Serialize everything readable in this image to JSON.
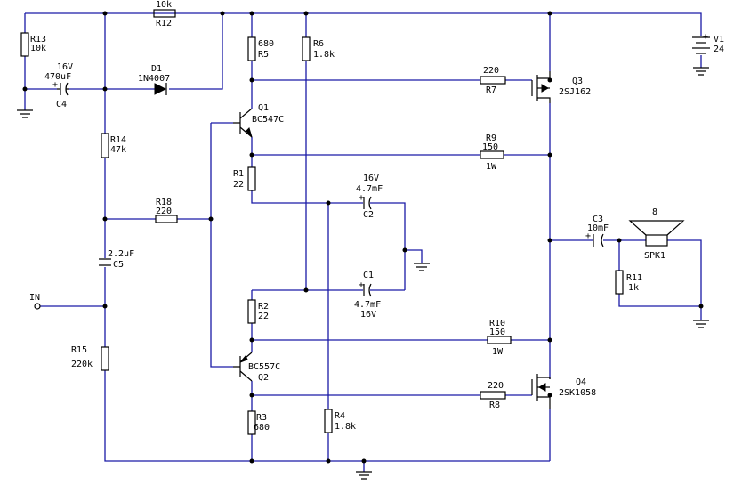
{
  "components": {
    "r13": {
      "ref": "R13",
      "value": "10k"
    },
    "r12": {
      "ref": "R12",
      "value": "10k"
    },
    "c4": {
      "ref": "C4",
      "value": "470uF",
      "voltage": "16V",
      "polarity": "+"
    },
    "d1": {
      "ref": "D1",
      "value": "1N4007"
    },
    "r14": {
      "ref": "R14",
      "value": "47k"
    },
    "r18": {
      "ref": "R18",
      "value": "220"
    },
    "c5": {
      "ref": "C5",
      "value": "2.2uF"
    },
    "r15": {
      "ref": "R15",
      "value": "220k"
    },
    "r5": {
      "ref": "R5",
      "value": "680"
    },
    "q1": {
      "ref": "Q1",
      "value": "BC547C"
    },
    "r1": {
      "ref": "R1",
      "value": "22"
    },
    "r2": {
      "ref": "R2",
      "value": "22"
    },
    "q2": {
      "ref": "Q2",
      "value": "BC557C"
    },
    "r3": {
      "ref": "R3",
      "value": "680"
    },
    "r6": {
      "ref": "R6",
      "value": "1.8k"
    },
    "r4": {
      "ref": "R4",
      "value": "1.8k"
    },
    "c2": {
      "ref": "C2",
      "value": "4.7mF",
      "voltage": "16V",
      "polarity": "+"
    },
    "c1": {
      "ref": "C1",
      "value": "4.7mF",
      "voltage": "16V",
      "polarity": "+"
    },
    "r7": {
      "ref": "R7",
      "value": "220"
    },
    "r9": {
      "ref": "R9",
      "value": "150",
      "power": "1W"
    },
    "r10": {
      "ref": "R10",
      "value": "150",
      "power": "1W"
    },
    "r8": {
      "ref": "R8",
      "value": "220"
    },
    "q3": {
      "ref": "Q3",
      "value": "2SJ162"
    },
    "q4": {
      "ref": "Q4",
      "value": "2SK1058"
    },
    "v1": {
      "ref": "V1",
      "value": "24",
      "polarity": "+"
    },
    "c3": {
      "ref": "C3",
      "value": "10mF",
      "polarity": "+"
    },
    "spk1": {
      "ref": "SPK1",
      "value": "8"
    },
    "r11": {
      "ref": "R11",
      "value": "1k"
    }
  },
  "ports": {
    "input": {
      "label": "IN"
    }
  }
}
